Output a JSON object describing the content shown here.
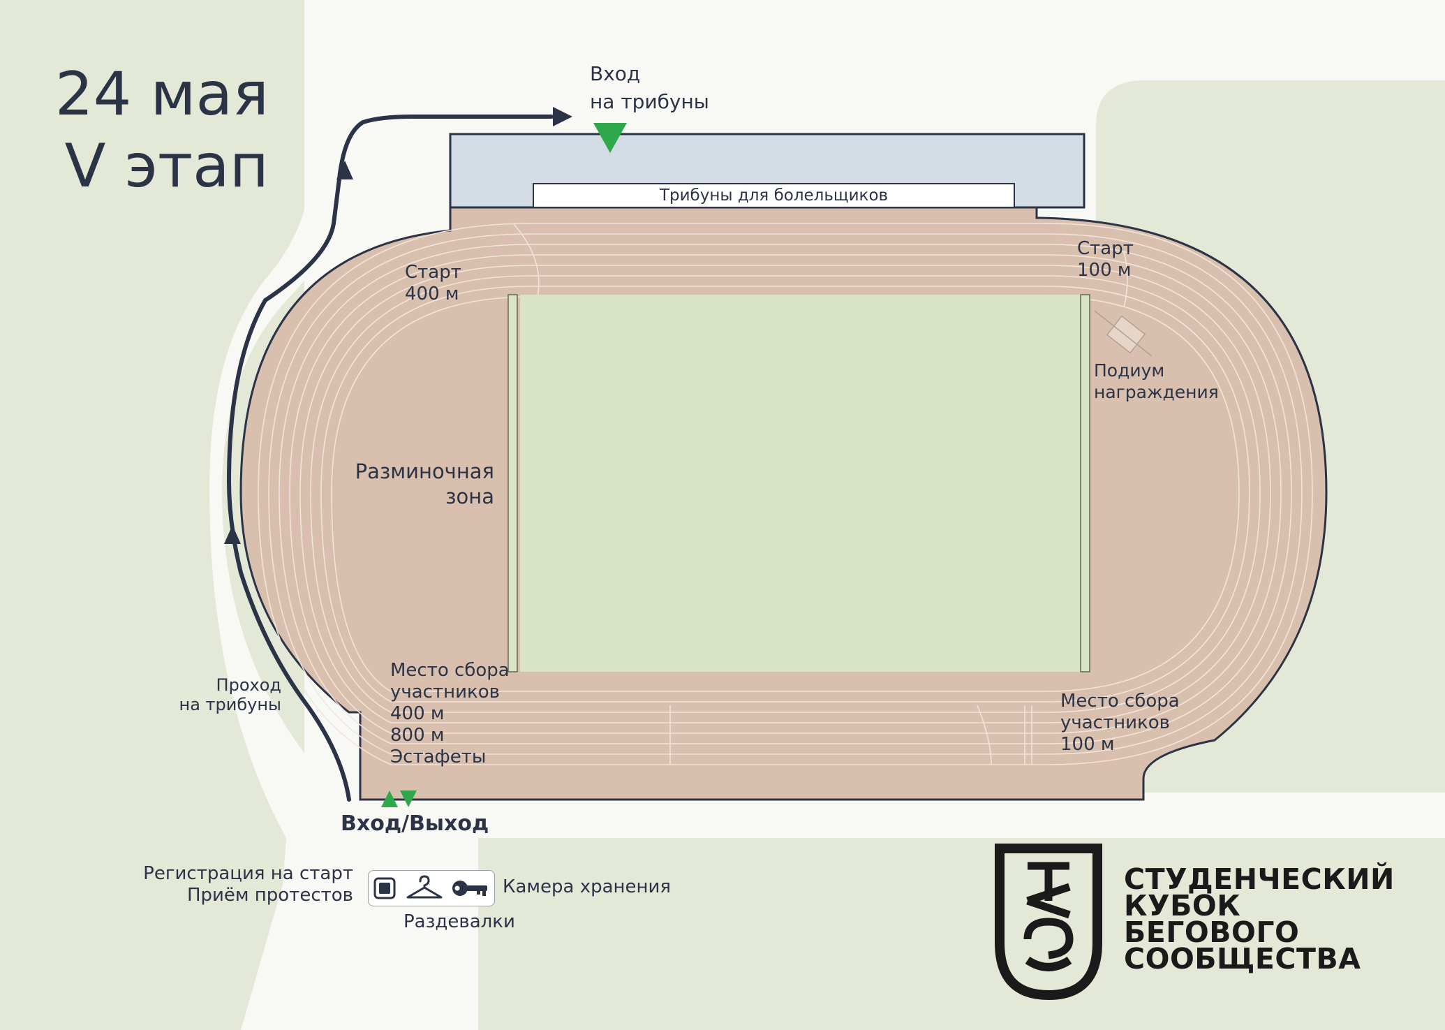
{
  "header": {
    "date": "24 мая",
    "stage": "V этап"
  },
  "labels": {
    "stands_entrance": [
      "Вход",
      "на трибуны"
    ],
    "stands": "Трибуны для болельщиков",
    "start_400": [
      "Старт",
      "400 м"
    ],
    "start_100": [
      "Старт",
      "100 м"
    ],
    "podium": [
      "Подиум",
      "награждения"
    ],
    "warmup": [
      "Разминочная",
      "зона"
    ],
    "gathering_400": [
      "Место сбора",
      "участников",
      "400 м",
      "800 м",
      "Эстафеты"
    ],
    "gathering_100": [
      "Место сбора",
      "участников",
      "100 м"
    ],
    "pass_to_stands": [
      "Проход",
      "на трибуны"
    ],
    "entrance_exit": "Вход/Выход",
    "registration": [
      "Регистрация на старт",
      "Приём протестов"
    ],
    "storage": "Камера хранения",
    "changing_rooms": "Раздевалки"
  },
  "icons": [
    "registration-icon",
    "hanger-icon",
    "key-icon"
  ],
  "brand": {
    "mark": "СК",
    "lines": [
      "СТУДЕНЧЕСКИЙ",
      "КУБОК",
      "БЕГОВОГО",
      "СООБЩЕСТВА"
    ]
  },
  "colors": {
    "background_green": "#e4e8d6",
    "road": "#f8f8f4",
    "track": "#d9bfae",
    "field": "#d8e4c4",
    "stands": "#d3dbe4",
    "outline": "#2b3447",
    "entrance_marker": "#2ea84a"
  }
}
